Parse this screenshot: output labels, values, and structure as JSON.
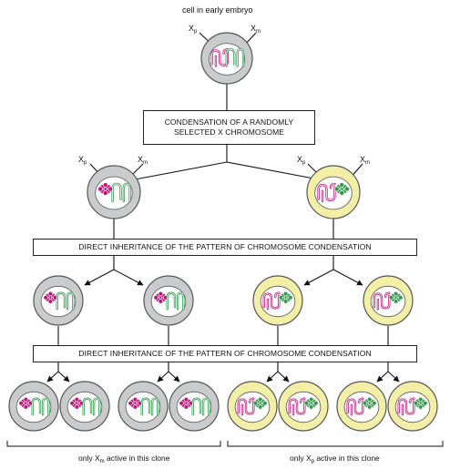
{
  "top_label": "cell in early embryo",
  "labels": {
    "xp_letter": "X",
    "xp_sub": "p",
    "xm_letter": "X",
    "xm_sub": "m"
  },
  "boxes": {
    "condensation": "CONDENSATION OF A RANDOMLY SELECTED X CHROMOSOME",
    "inheritance_1": "DIRECT INHERITANCE OF THE PATTERN OF CHROMOSOME CONDENSATION",
    "inheritance_2": "DIRECT INHERITANCE OF THE PATTERN OF CHROMOSOME CONDENSATION"
  },
  "captions": {
    "left_prefix": "only X",
    "left_sub": "m",
    "left_suffix": " active in this clone",
    "right_prefix": "only X",
    "right_sub": "p",
    "right_suffix": " active in this clone"
  },
  "colors": {
    "left_cell": "#c9cbcc",
    "right_cell": "#f3efa6",
    "nucleus": "#ffffff",
    "xp_chromosome": "#c0127a",
    "xm_chromosome": "#2f9a4c",
    "outline": "#555555"
  },
  "icons": [
    "cell-icon",
    "chromosome-icon",
    "arrow-icon",
    "bracket-icon"
  ]
}
